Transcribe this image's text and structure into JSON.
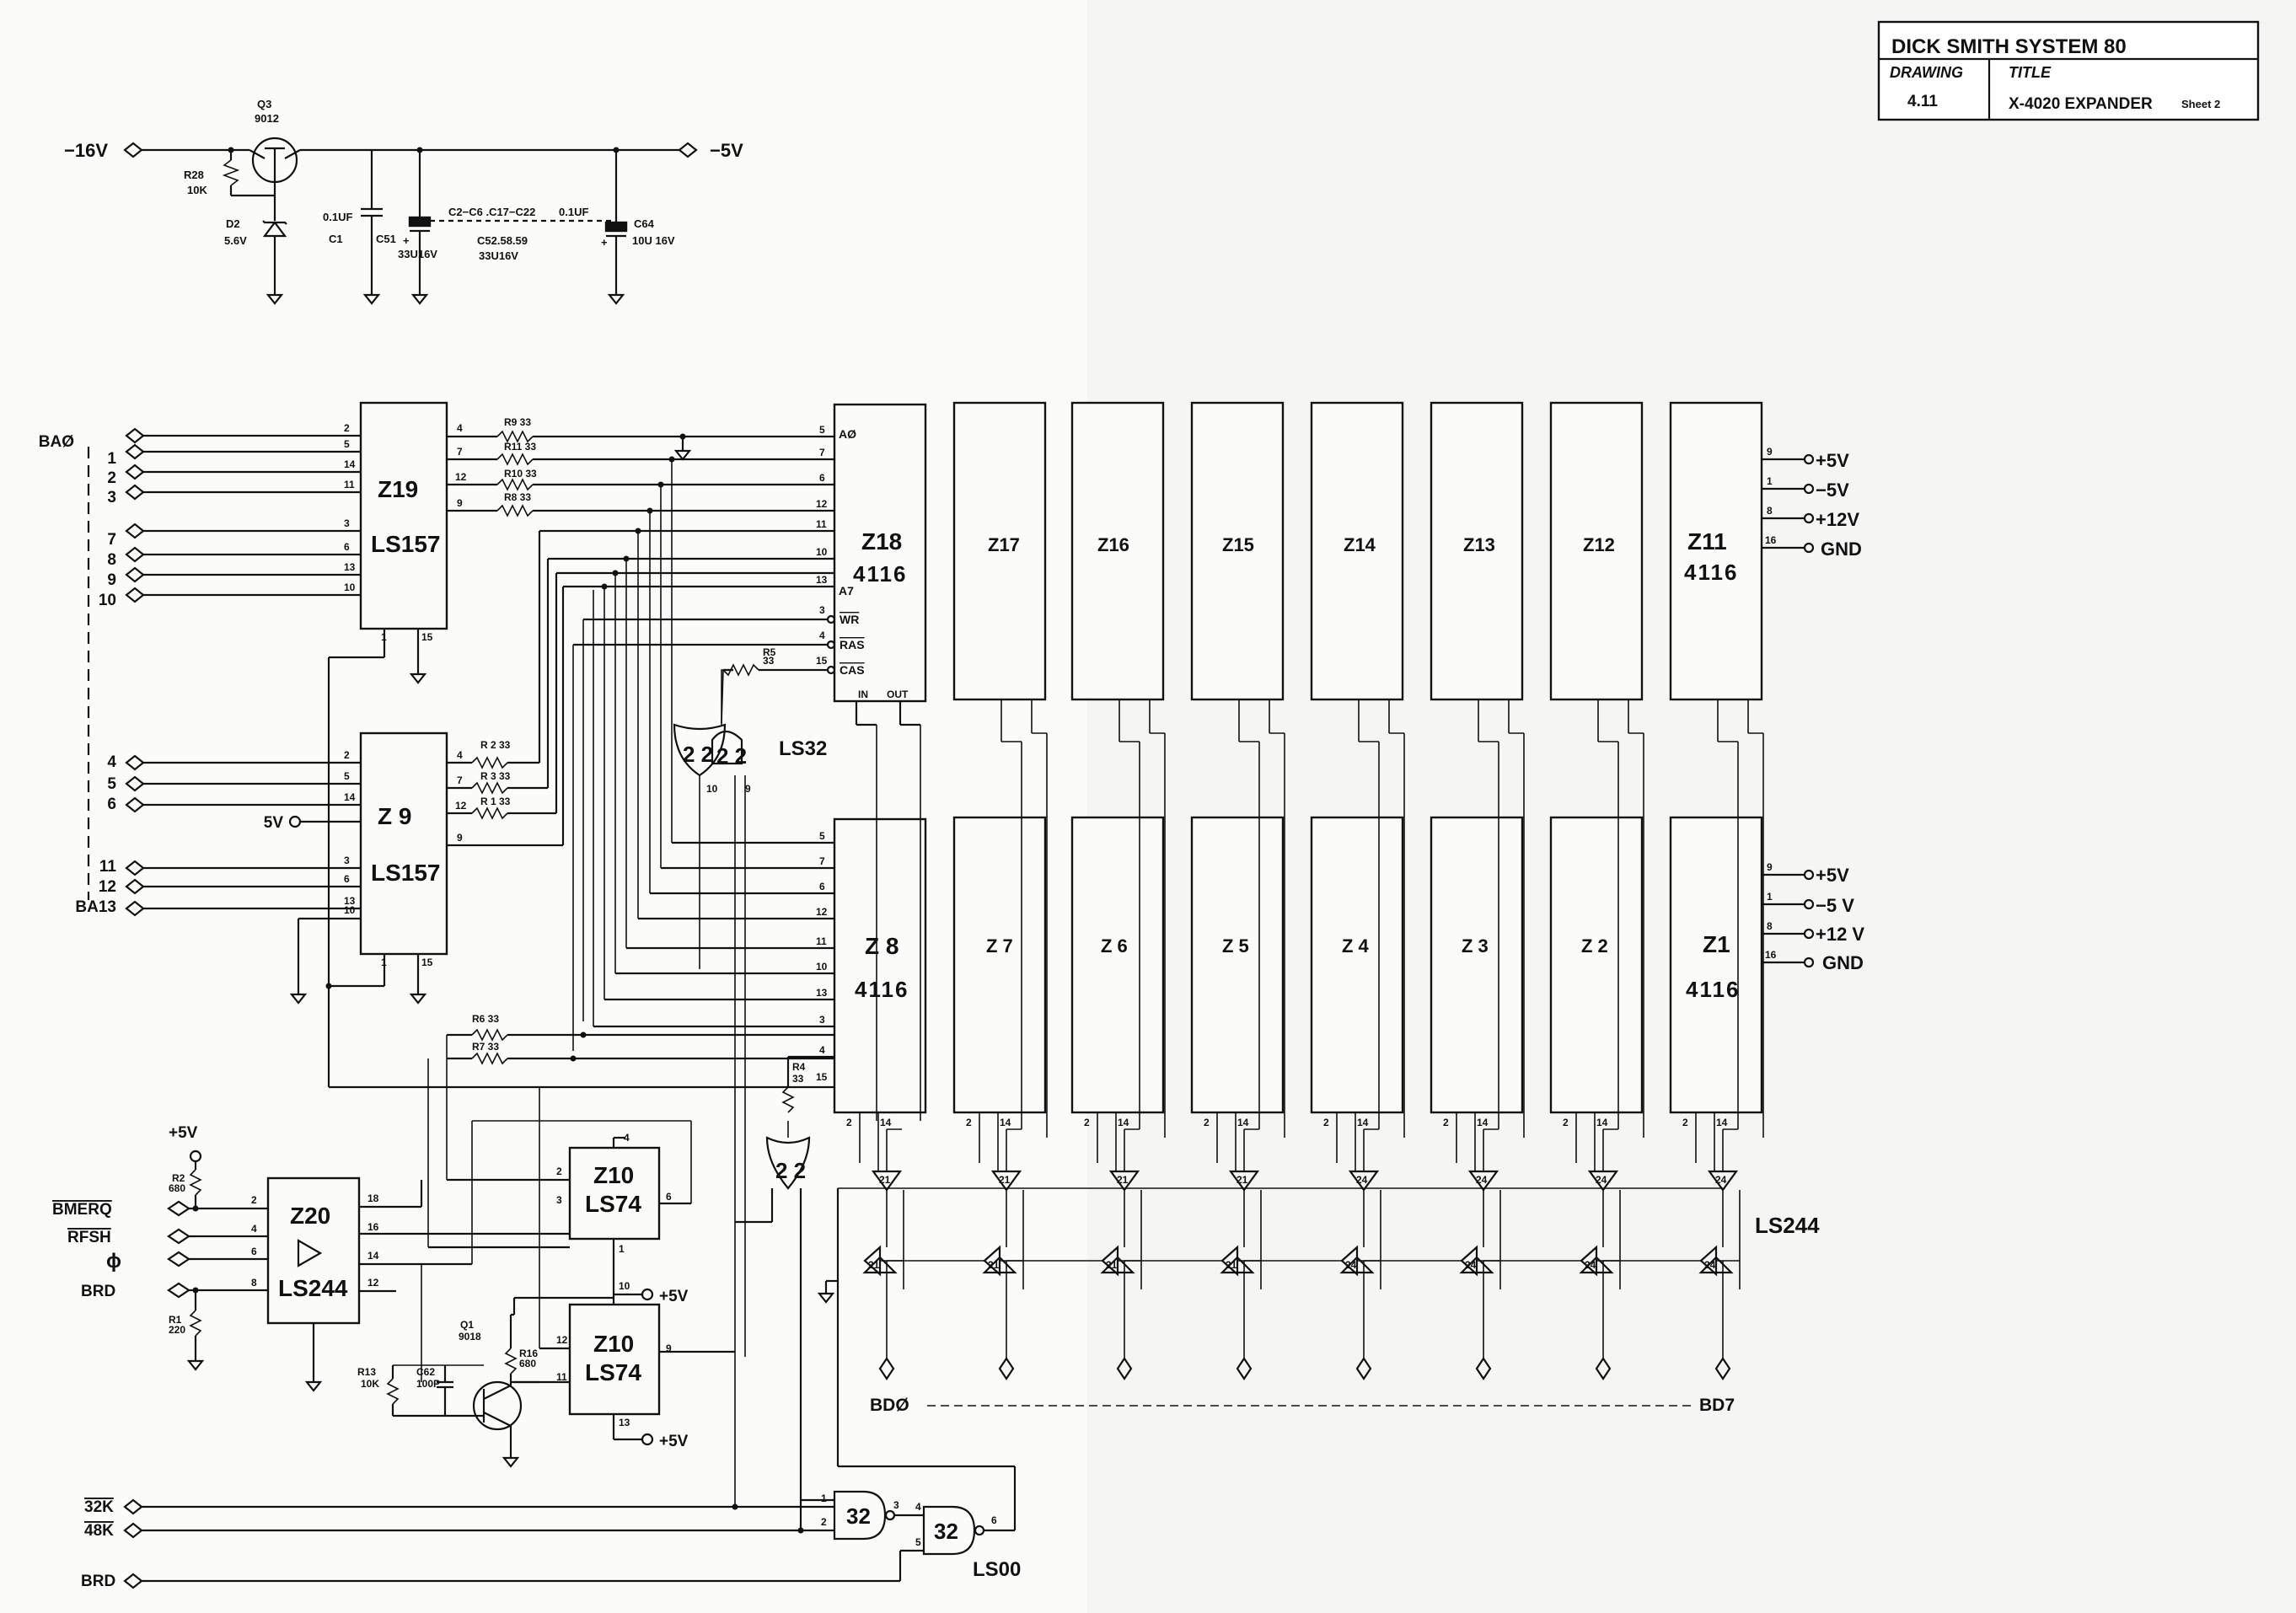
{
  "title_block": {
    "company": "DICK SMITH SYSTEM 80",
    "drawing_label": "DRAWING",
    "drawing_no": "4.11",
    "title_label": "TITLE",
    "title": "X-4020 EXPANDER",
    "sheet": "Sheet 2"
  },
  "regulator": {
    "input": "−16V",
    "output": "−5V",
    "q3": "Q3",
    "q3_part": "9012",
    "r28": "R28",
    "r28_val": "10K",
    "d2": "D2",
    "d2_val": "5.6V",
    "c1_val": "0.1UF",
    "c1": "C1",
    "c51": "C51",
    "c51_val": "33U16V",
    "bank": "C2−C6 .C17−C22",
    "bank_val": "0.1UF",
    "c52": "C52.58.59",
    "c52_val": "33U16V",
    "c64": "C64",
    "c64_val": "10U 16V"
  },
  "address_inputs": {
    "z19": [
      "BAØ",
      "1",
      "2",
      "3",
      "7",
      "8",
      "9",
      "10"
    ],
    "z9": [
      "4",
      "5",
      "6",
      "11",
      "12",
      "BA13"
    ],
    "five_v": "5V"
  },
  "chips": {
    "z19": {
      "name": "Z19",
      "type": "LS157"
    },
    "z9": {
      "name": "Z 9",
      "type": "LS157"
    },
    "z18": {
      "name": "Z18",
      "type": "4116"
    },
    "z8": {
      "name": "Z 8",
      "type": "4116"
    },
    "z20": {
      "name": "Z20",
      "type": "LS244"
    },
    "z10a": {
      "name": "Z10",
      "type": "LS74"
    },
    "z10b": {
      "name": "Z10",
      "type": "LS74"
    },
    "z11": {
      "name": "Z11",
      "type": "4116"
    },
    "z1": {
      "name": "Z1",
      "type": "4116"
    },
    "top_row": [
      "Z17",
      "Z16",
      "Z15",
      "Z14",
      "Z13",
      "Z12"
    ],
    "bottom_row": [
      "Z 7",
      "Z 6",
      "Z 5",
      "Z 4",
      "Z 3",
      "Z 2"
    ]
  },
  "resistors": {
    "r9": "R9  33",
    "r11": "R11  33",
    "r10": "R10  33",
    "r8": "R8  33",
    "r2": "R 2  33",
    "r3": "R 3  33",
    "r1": "R 1  33",
    "r5": "R5",
    "r5_val": "33",
    "r6": "R6 33",
    "r7": "R7 33",
    "r4": "R4",
    "r4_val": "33"
  },
  "z18_pins": {
    "a0": "AØ",
    "a7": "A7",
    "wr": "WR",
    "ras": "RAS",
    "cas": "CAS",
    "in": "IN",
    "out": "OUT"
  },
  "power_top": [
    {
      "pin": "9",
      "label": "+5V"
    },
    {
      "pin": "1",
      "label": "−5V"
    },
    {
      "pin": "8",
      "label": "+12V"
    },
    {
      "pin": "16",
      "label": "GND"
    }
  ],
  "power_bottom": [
    {
      "pin": "9",
      "label": "+5V"
    },
    {
      "pin": "1",
      "label": "−5 V"
    },
    {
      "pin": "8",
      "label": "+12 V"
    },
    {
      "pin": "16",
      "label": "GND"
    }
  ],
  "gates": {
    "or1": "2 2",
    "ls32": "LS32",
    "or2": "2 2",
    "nand1": "32",
    "nand2": "32",
    "ls00": "LS00",
    "ls244": "LS244"
  },
  "buffers_top": [
    "21",
    "21",
    "21",
    "21",
    "24",
    "24",
    "24",
    "24"
  ],
  "buffers_bottom": [
    "21",
    "21",
    "21",
    "21",
    "24",
    "24",
    "24",
    "24"
  ],
  "control": {
    "plus5": "+5V",
    "r2": "R2",
    "r2_val": "680",
    "r1": "R1",
    "r1_val": "220",
    "bmerq": "BMERQ",
    "rfsh": "RFSH",
    "phi": "ϕ",
    "brd": "BRD",
    "q1": "Q1",
    "q1_part": "9018",
    "r16": "R16",
    "r16_val": "680",
    "r13": "R13",
    "r13_val": "10K",
    "c62": "C62",
    "c62_val": "100P",
    "plus5b": "+5V",
    "plus5c": "+5V"
  },
  "bottom_signals": {
    "k32": "32K",
    "k48": "48K",
    "brd": "BRD"
  },
  "data_bus": {
    "start": "BDØ",
    "end": "BD7"
  }
}
